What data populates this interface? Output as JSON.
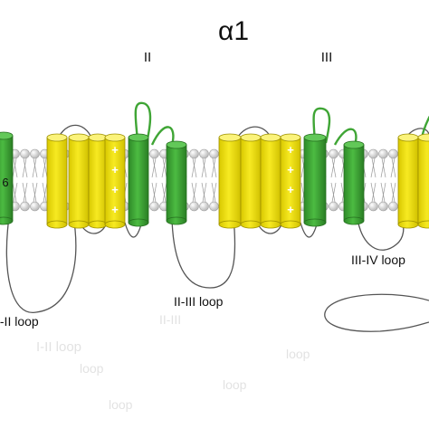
{
  "title": "α1",
  "domain_labels": {
    "d2": "II",
    "d3": "III"
  },
  "segment_label": "6",
  "loop_labels": {
    "i_ii": "I-II loop",
    "ii_iii": "II-III loop",
    "iii_iv": "III-IV loop"
  },
  "charge_symbol": "+",
  "ghost_text": [
    "I-II loop",
    "II-III",
    "loop",
    "loop",
    "loop",
    "loop"
  ],
  "colors": {
    "green": "#3fa535",
    "green_dark": "#2b7a24",
    "yellow": "#f0e010",
    "yellow_dark": "#c9b900",
    "lipid_head": "#d9d9d9",
    "line": "#555555"
  }
}
